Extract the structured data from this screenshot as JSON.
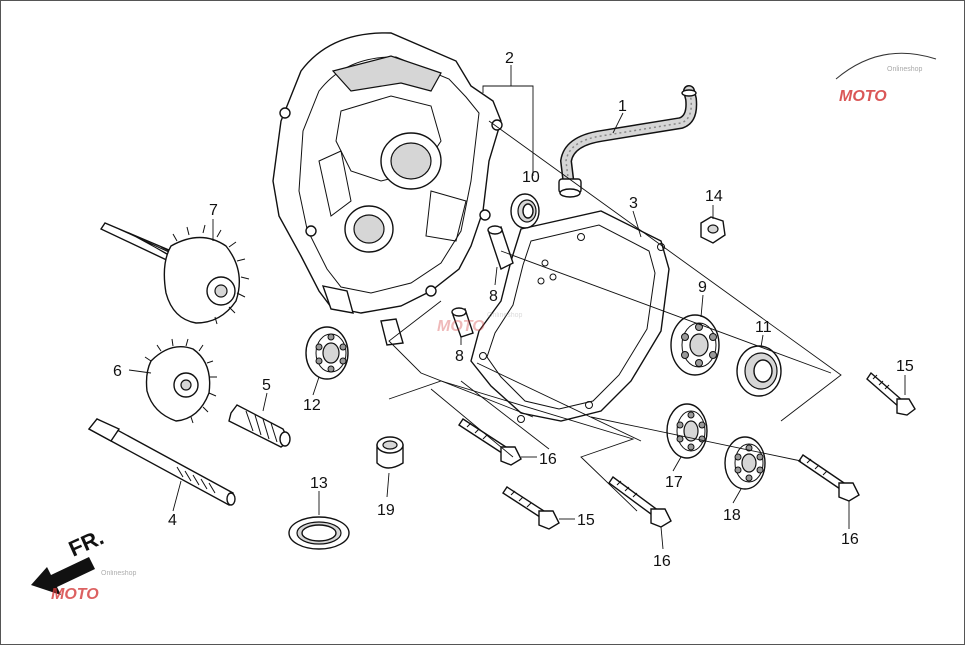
{
  "labels": [
    "1",
    "2",
    "3",
    "4",
    "5",
    "6",
    "7",
    "8",
    "8",
    "9",
    "10",
    "11",
    "12",
    "13",
    "14",
    "15",
    "15",
    "16",
    "16",
    "16",
    "17",
    "18",
    "19"
  ],
  "direction_label": "FR.",
  "watermark": {
    "text": "MOTO",
    "subtext": "Onlineshop"
  },
  "colors": {
    "line": "#111111",
    "shade": "#d6d6d6",
    "watermark_red": "#d43a3a",
    "watermark_gray": "#b0b0b0"
  }
}
